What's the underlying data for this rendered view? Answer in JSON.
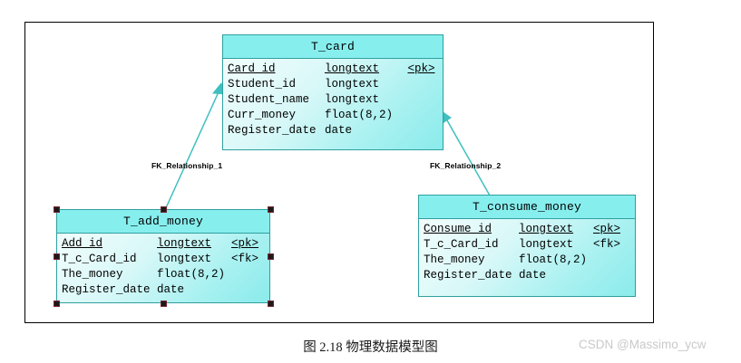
{
  "caption": "图 2.18 物理数据模型图",
  "watermark": "CSDN @Massimo_ycw",
  "colors": {
    "entity_header_fill": "#87eeee",
    "entity_border": "#2f9f9f",
    "entity_body_fill": "#8bebeb",
    "connector": "#3fbfbf",
    "frame_border": "#000000",
    "selection_handle": "#1a1a1a",
    "watermark_text": "#c9c9c9"
  },
  "entities": [
    {
      "name": "T_card",
      "selected": false,
      "attributes": [
        {
          "name": "Card_id",
          "type": "longtext",
          "key": "<pk>",
          "underline": true
        },
        {
          "name": "Student_id",
          "type": "longtext",
          "key": "",
          "underline": false
        },
        {
          "name": "Student_name",
          "type": "longtext",
          "key": "",
          "underline": false
        },
        {
          "name": "Curr_money",
          "type": "float(8,2)",
          "key": "",
          "underline": false
        },
        {
          "name": "Register_date",
          "type": "date",
          "key": "",
          "underline": false
        }
      ]
    },
    {
      "name": "T_add_money",
      "selected": true,
      "attributes": [
        {
          "name": "Add_id",
          "type": "longtext",
          "key": "<pk>",
          "underline": true
        },
        {
          "name": "T_c_Card_id",
          "type": "longtext",
          "key": "<fk>",
          "underline": false
        },
        {
          "name": "The_money",
          "type": "float(8,2)",
          "key": "",
          "underline": false
        },
        {
          "name": "Register_date",
          "type": "date",
          "key": "",
          "underline": false
        }
      ]
    },
    {
      "name": "T_consume_money",
      "selected": false,
      "attributes": [
        {
          "name": "Consume_id",
          "type": "longtext",
          "key": "<pk>",
          "underline": true
        },
        {
          "name": "T_c_Card_id",
          "type": "longtext",
          "key": "<fk>",
          "underline": false
        },
        {
          "name": "The_money",
          "type": "float(8,2)",
          "key": "",
          "underline": false
        },
        {
          "name": "Register_date",
          "type": "date",
          "key": "",
          "underline": false
        }
      ]
    }
  ],
  "relationships": [
    {
      "label": "FK_Relationship_1",
      "from": "T_add_money",
      "to": "T_card"
    },
    {
      "label": "FK_Relationship_2",
      "from": "T_consume_money",
      "to": "T_card"
    }
  ]
}
